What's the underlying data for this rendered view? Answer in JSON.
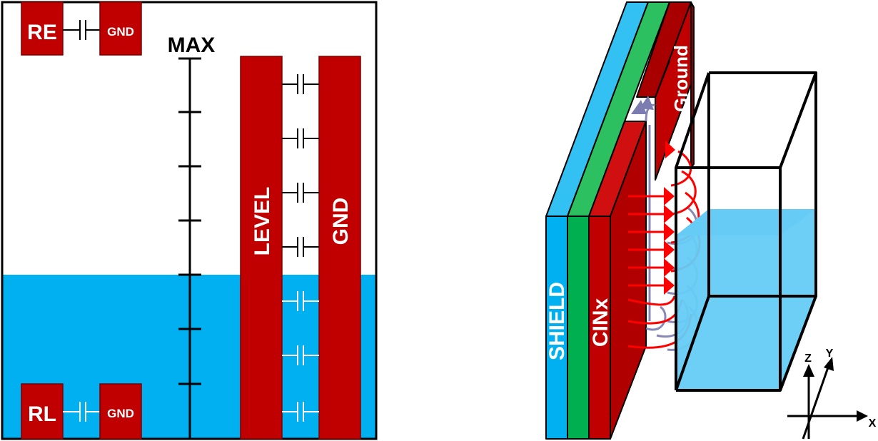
{
  "left_diagram": {
    "re_label": "RE",
    "rl_label": "RL",
    "gnd_small_label": "GND",
    "max_label": "MAX",
    "level_label": "LEVEL",
    "gnd_bar_label": "GND"
  },
  "right_diagram": {
    "shield_label": "SHIELD",
    "cinx_label": "CINx",
    "ground_label": "Ground",
    "axes": {
      "x": "X",
      "y": "Y",
      "z": "Z"
    }
  },
  "colors": {
    "electrode_red": "#c00000",
    "water_blue": "#00b0f0",
    "shield_blue": "#00b0f0",
    "layer_green": "#00b050",
    "tank_water": "#66ccf5",
    "field_red": "#ff0000",
    "field_grey": "#8a8ab8"
  }
}
